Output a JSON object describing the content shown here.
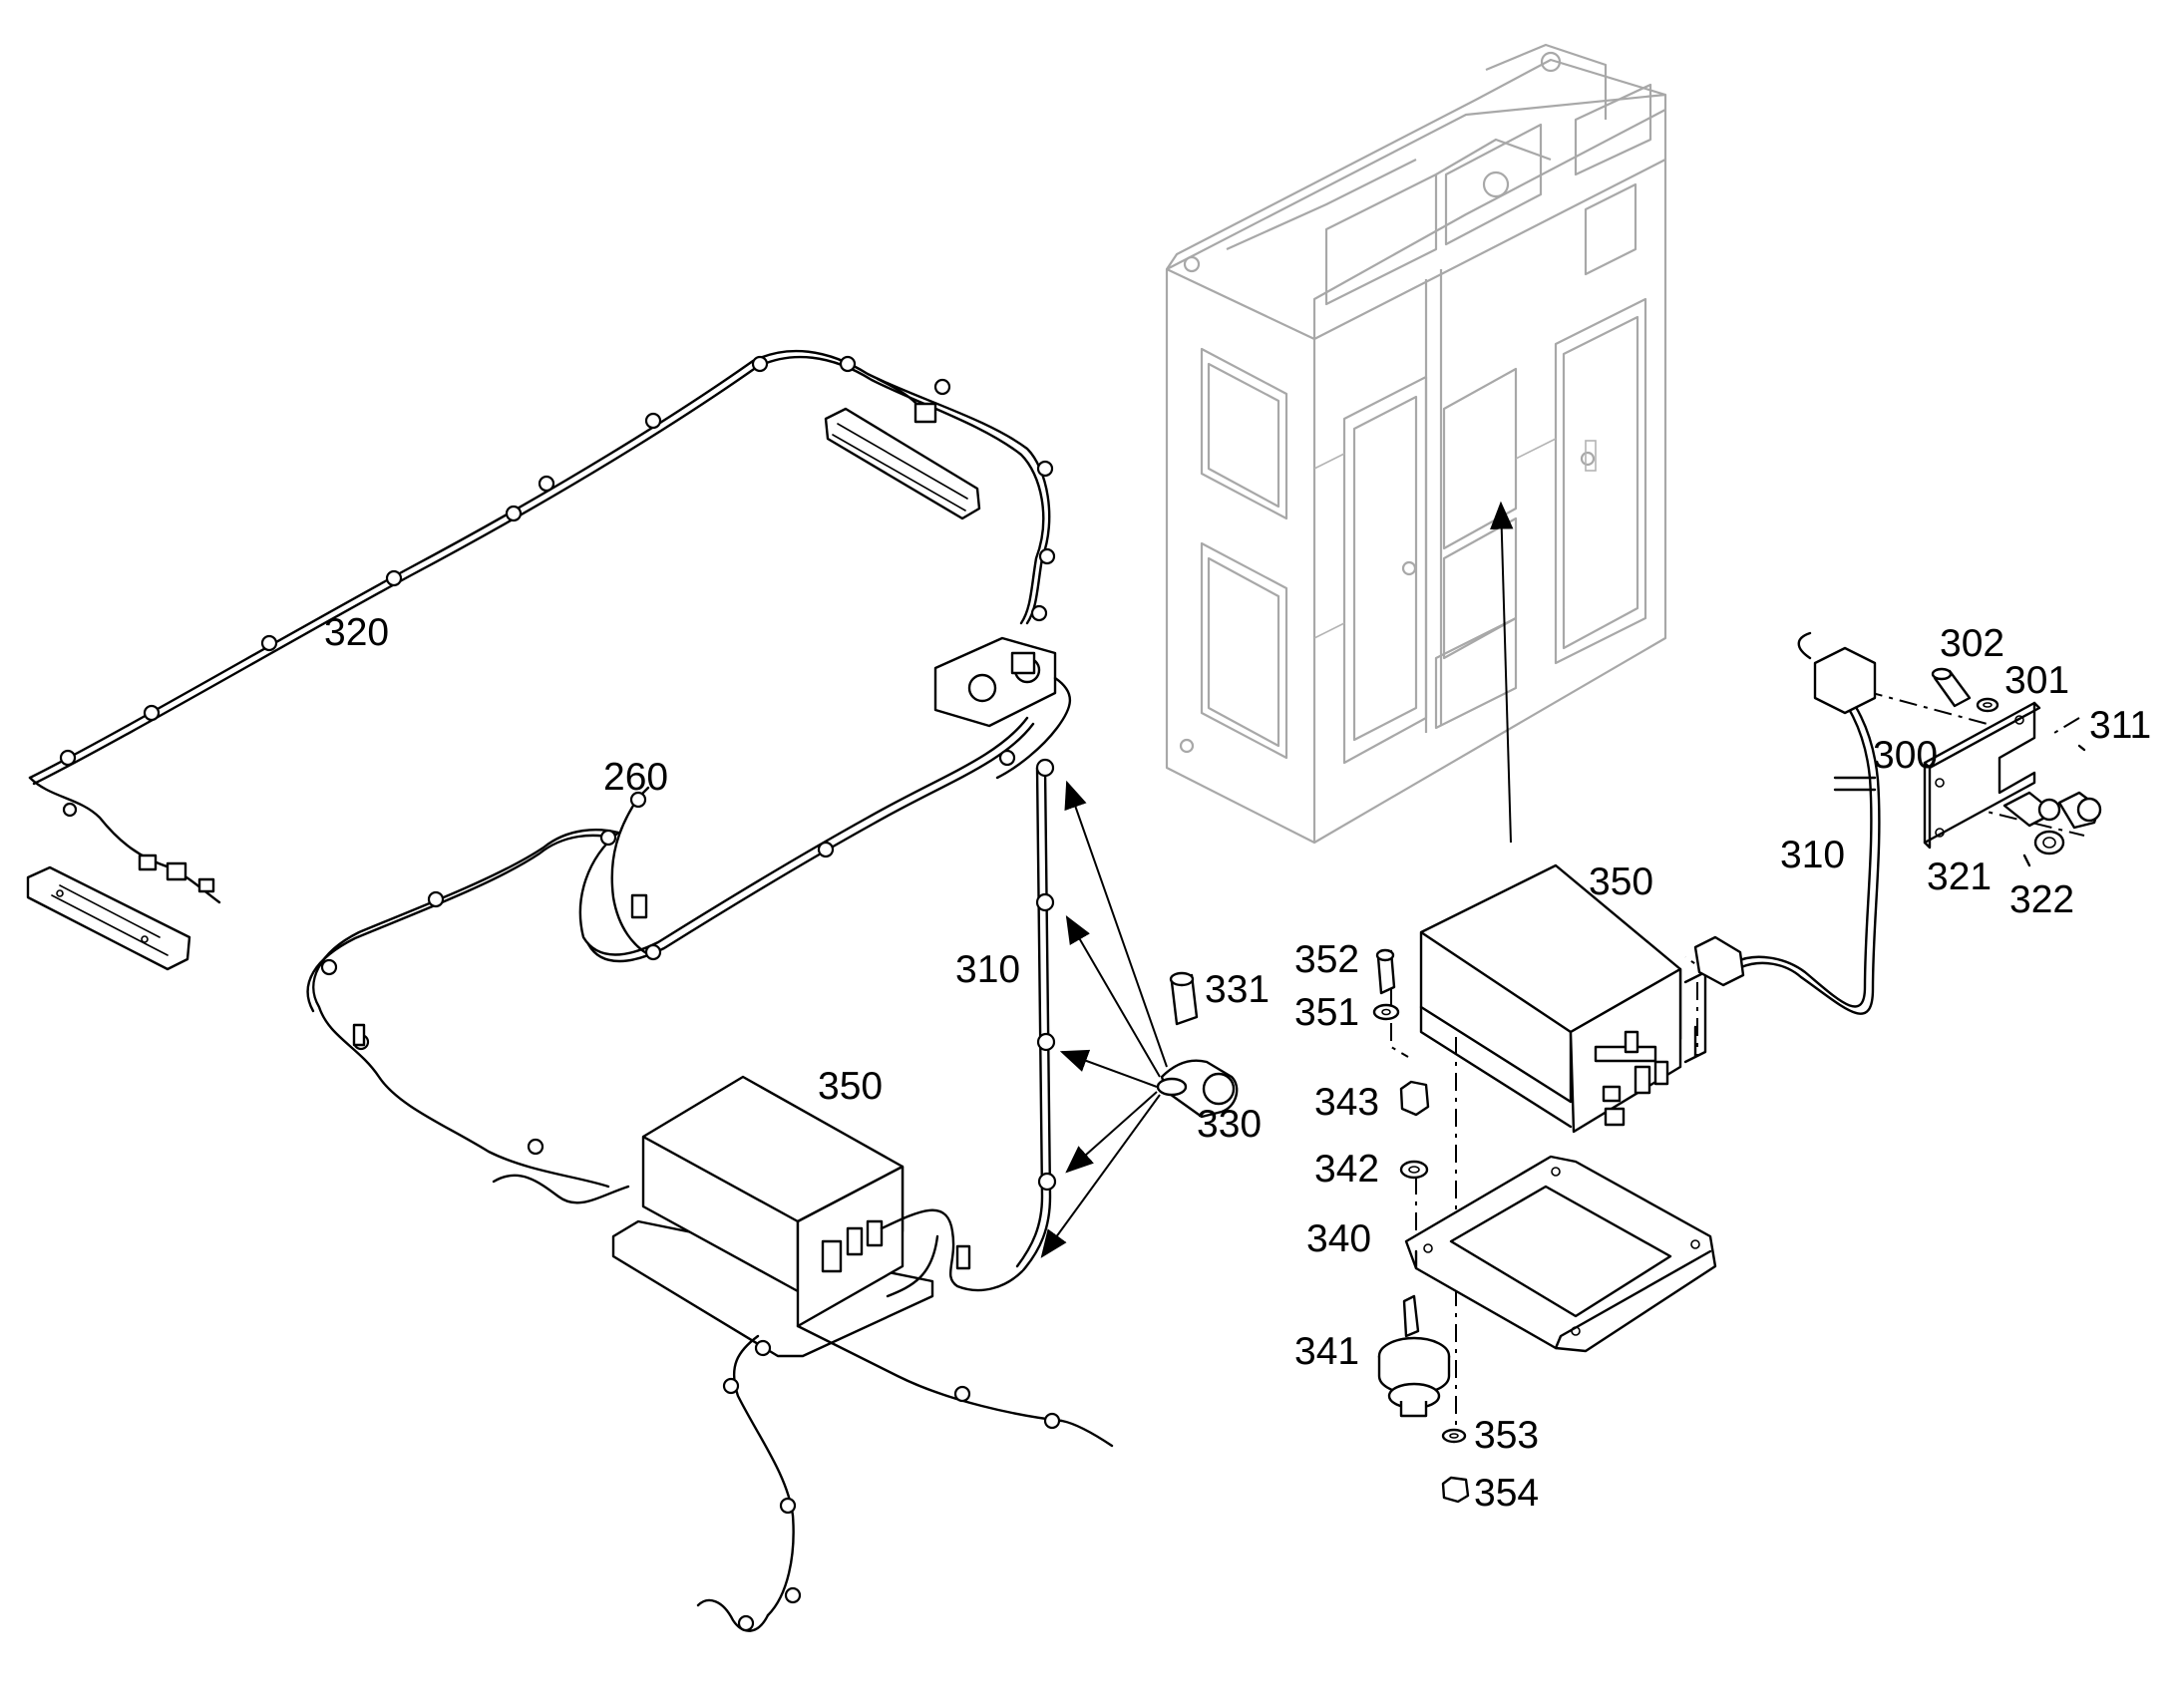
{
  "diagram": {
    "callouts": {
      "c320": "320",
      "c260": "260",
      "c310_left": "310",
      "c331": "331",
      "c330": "330",
      "c350_left": "350",
      "c350_right": "350",
      "c352": "352",
      "c351": "351",
      "c343": "343",
      "c342": "342",
      "c340": "340",
      "c341": "341",
      "c353": "353",
      "c354": "354",
      "c302": "302",
      "c301": "301",
      "c311": "311",
      "c300": "300",
      "c310_right": "310",
      "c321": "321",
      "c322": "322"
    }
  }
}
